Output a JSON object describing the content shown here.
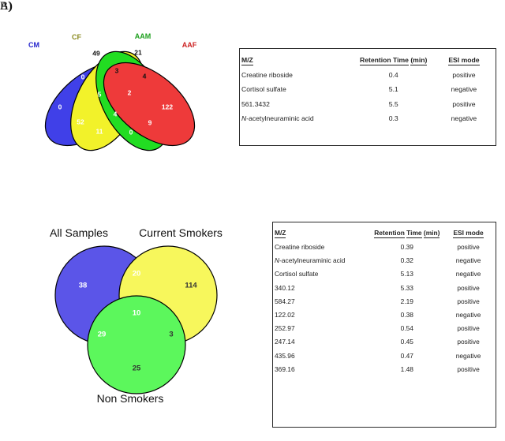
{
  "panels": {
    "a": {
      "marker": "A)"
    },
    "b": {
      "marker": "B)"
    }
  },
  "venn_a": {
    "type": "venn-4",
    "sets": [
      {
        "id": "CM",
        "label": "CM",
        "color": "#4040e8"
      },
      {
        "id": "CF",
        "label": "CF",
        "color": "#f2f22a"
      },
      {
        "id": "AAM",
        "label": "AAM",
        "color": "#22dd22"
      },
      {
        "id": "AAF",
        "label": "AAF",
        "color": "#ee3a3a"
      }
    ],
    "label_colors": {
      "CM": "#2222cc",
      "CF": "#8a8a1f",
      "AAM": "#1d9f1d",
      "AAF": "#cc2222"
    },
    "regions": [
      {
        "id": "CM_only",
        "value": "0"
      },
      {
        "id": "CF_only",
        "value": "49"
      },
      {
        "id": "AAM_only",
        "value": "21"
      },
      {
        "id": "AAF_only",
        "value": "122"
      },
      {
        "id": "CM_CF",
        "value": "0"
      },
      {
        "id": "CF_AAM",
        "value": "3"
      },
      {
        "id": "AAM_AAF",
        "value": "4"
      },
      {
        "id": "CM_AAM",
        "value": "5"
      },
      {
        "id": "CF_AAF",
        "value": "2"
      },
      {
        "id": "CM_AAF",
        "value": "52"
      },
      {
        "id": "CM_CF_AAM",
        "value": "4"
      },
      {
        "id": "CF_AAM_AAF",
        "value": "9"
      },
      {
        "id": "CM_CF_AAF",
        "value": "11"
      },
      {
        "id": "CM_AAM_AAF",
        "value": "0"
      },
      {
        "id": "CM_CF_AAM_AAF",
        "value": "0"
      },
      {
        "id": "bottom_center",
        "value": "0"
      }
    ]
  },
  "table_a": {
    "headers": {
      "mz": "M/Z",
      "rt_line1": "Retention Time",
      "rt_line2": "(min)",
      "esi": "ESI mode"
    },
    "rows": [
      {
        "mz": "Creatine riboside",
        "mz_italic_prefix": "",
        "rt": "0.4",
        "esi": "positive"
      },
      {
        "mz": "Cortisol sulfate",
        "mz_italic_prefix": "",
        "rt": "5.1",
        "esi": "negative"
      },
      {
        "mz": "561.3432",
        "mz_italic_prefix": "",
        "rt": "5.5",
        "esi": "positive"
      },
      {
        "mz": "-acetylneuraminic acid",
        "mz_italic_prefix": "N",
        "rt": "0.3",
        "esi": "negative"
      }
    ]
  },
  "venn_b": {
    "type": "venn-3",
    "sets": [
      {
        "id": "all_samples",
        "label": "All Samples",
        "color": "#5b55e8"
      },
      {
        "id": "current_smokers",
        "label": "Current Smokers",
        "color": "#f7f75c"
      },
      {
        "id": "non_smokers",
        "label": "Non Smokers",
        "color": "#5cf75c"
      }
    ],
    "regions": [
      {
        "id": "all_samples_only",
        "value": "38"
      },
      {
        "id": "current_smokers_only",
        "value": "114"
      },
      {
        "id": "non_smokers_only",
        "value": "25"
      },
      {
        "id": "all_and_current",
        "value": "20"
      },
      {
        "id": "all_and_non",
        "value": "29"
      },
      {
        "id": "current_and_non",
        "value": "3"
      },
      {
        "id": "all_three",
        "value": "10"
      }
    ]
  },
  "table_b": {
    "headers": {
      "mz": "M/Z",
      "rt_line1": "Retention",
      "rt_line2": "Time",
      "rt_line3": "(min)",
      "esi": "ESI mode"
    },
    "rows": [
      {
        "mz": "Creatine riboside",
        "mz_italic_prefix": "",
        "rt": "0.39",
        "esi": "positive"
      },
      {
        "mz": "-acetylneuraminic acid",
        "mz_italic_prefix": "N",
        "rt": "0.32",
        "esi": "negative"
      },
      {
        "mz": "Cortisol sulfate",
        "mz_italic_prefix": "",
        "rt": "5.13",
        "esi": "negative"
      },
      {
        "mz": "340.12",
        "mz_italic_prefix": "",
        "rt": "5.33",
        "esi": "positive"
      },
      {
        "mz": "584.27",
        "mz_italic_prefix": "",
        "rt": "2.19",
        "esi": "positive"
      },
      {
        "mz": "122.02",
        "mz_italic_prefix": "",
        "rt": "0.38",
        "esi": "negative"
      },
      {
        "mz": "252.97",
        "mz_italic_prefix": "",
        "rt": "0.54",
        "esi": "positive"
      },
      {
        "mz": "247.14",
        "mz_italic_prefix": "",
        "rt": "0.45",
        "esi": "positive"
      },
      {
        "mz": "435.96",
        "mz_italic_prefix": "",
        "rt": "0.47",
        "esi": "negative"
      },
      {
        "mz": "369.16",
        "mz_italic_prefix": "",
        "rt": "1.48",
        "esi": "positive"
      }
    ]
  }
}
